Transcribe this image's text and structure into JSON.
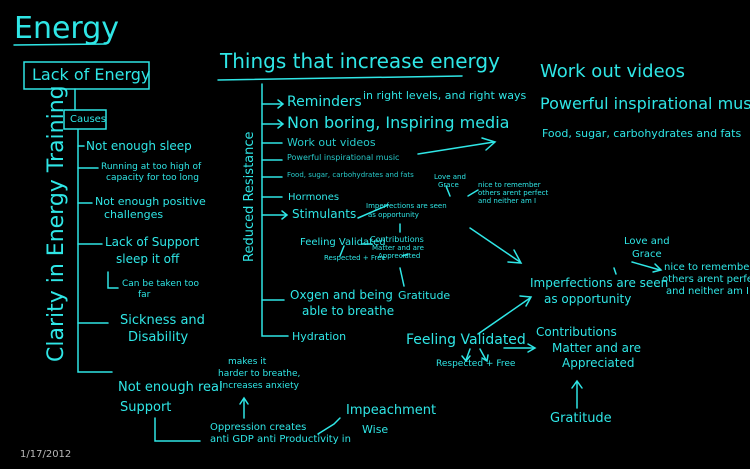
{
  "title": "Energy",
  "lack": {
    "label": "Lack of Energy",
    "causes_label": "Causes",
    "causes": [
      "Not enough sleep",
      "Running at too high of",
      "capacity for too long",
      "Not enough positive",
      "challenges",
      "Lack of Support",
      "sleep it off",
      "Can be taken too",
      "far",
      "Sickness and",
      "Disability",
      "Not enough real",
      "Support"
    ],
    "anxiety_note": [
      "makes it",
      "harder to breathe,",
      "increases anxiety"
    ],
    "oppression": [
      "Oppression creates",
      "anti GDP anti Productivity in"
    ],
    "impeachment": [
      "Impeachment",
      "Wise"
    ]
  },
  "vertical_left": "Clarity in Energy Training",
  "vertical_middle": "Reduced Resistance",
  "increase": {
    "heading": "Things that increase energy",
    "items": [
      "Reminders",
      "in right levels, and right ways",
      "Non boring, Inspiring media",
      "Work out videos",
      "Powerful inspirational music",
      "Food, sugar, carbohydrates and fats",
      "Hormones",
      "Stimulants",
      "Feeling Validated",
      "Respected + Free",
      "Contributions",
      "Matter and are",
      "Appreciated",
      "Imperfections are seen",
      "as opportunity",
      "Love and",
      "Grace",
      "nice to remember",
      "others arent perfect",
      "and neither am I",
      "Oxgen and being",
      "able to breathe",
      "Gratitude",
      "Hydration"
    ]
  },
  "right": {
    "lines": [
      "Work out videos",
      "Powerful inspirational music",
      "Food, sugar, carbohydrates and fats"
    ],
    "imperfections": [
      "Imperfections are seen",
      "as opportunity"
    ],
    "love": [
      "Love and",
      "Grace"
    ],
    "nice": [
      "nice to remember",
      "others arent perfect",
      "and neither am I"
    ],
    "validated": "Feeling Validated",
    "respected": "Respected + Free",
    "contributions": [
      "Contributions",
      "Matter and are",
      "Appreciated"
    ],
    "gratitude": "Gratitude"
  },
  "date": "1/17/2012",
  "colors": {
    "ink": "#2fe6e6",
    "background": "#000000",
    "date": "#b9b9b9"
  }
}
